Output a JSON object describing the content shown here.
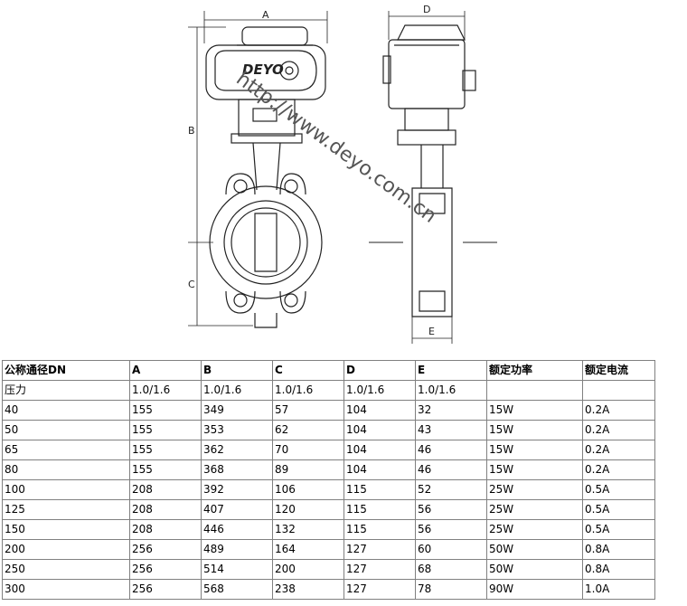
{
  "drawing": {
    "dim_labels": {
      "a": "A",
      "b": "B",
      "c": "C",
      "d": "D",
      "e": "E"
    },
    "brand": "DEYO",
    "watermark": "http://www.deyo.com.cn"
  },
  "table": {
    "header": [
      "公称通径DN",
      "A",
      "B",
      "C",
      "D",
      "E",
      "额定功率",
      "额定电流"
    ],
    "pressure_row": [
      "压力",
      "1.0/1.6",
      "1.0/1.6",
      "1.0/1.6",
      "1.0/1.6",
      "1.0/1.6",
      "",
      ""
    ],
    "rows": [
      [
        "40",
        "155",
        "349",
        "57",
        "104",
        "32",
        "15W",
        "0.2A"
      ],
      [
        "50",
        "155",
        "353",
        "62",
        "104",
        "43",
        "15W",
        "0.2A"
      ],
      [
        "65",
        "155",
        "362",
        "70",
        "104",
        "46",
        "15W",
        "0.2A"
      ],
      [
        "80",
        "155",
        "368",
        "89",
        "104",
        "46",
        "15W",
        "0.2A"
      ],
      [
        "100",
        "208",
        "392",
        "106",
        "115",
        "52",
        "25W",
        "0.5A"
      ],
      [
        "125",
        "208",
        "407",
        "120",
        "115",
        "56",
        "25W",
        "0.5A"
      ],
      [
        "150",
        "208",
        "446",
        "132",
        "115",
        "56",
        "25W",
        "0.5A"
      ],
      [
        "200",
        "256",
        "489",
        "164",
        "127",
        "60",
        "50W",
        "0.8A"
      ],
      [
        "250",
        "256",
        "514",
        "200",
        "127",
        "68",
        "50W",
        "0.8A"
      ],
      [
        "300",
        "256",
        "568",
        "238",
        "127",
        "78",
        "90W",
        "1.0A"
      ]
    ]
  }
}
